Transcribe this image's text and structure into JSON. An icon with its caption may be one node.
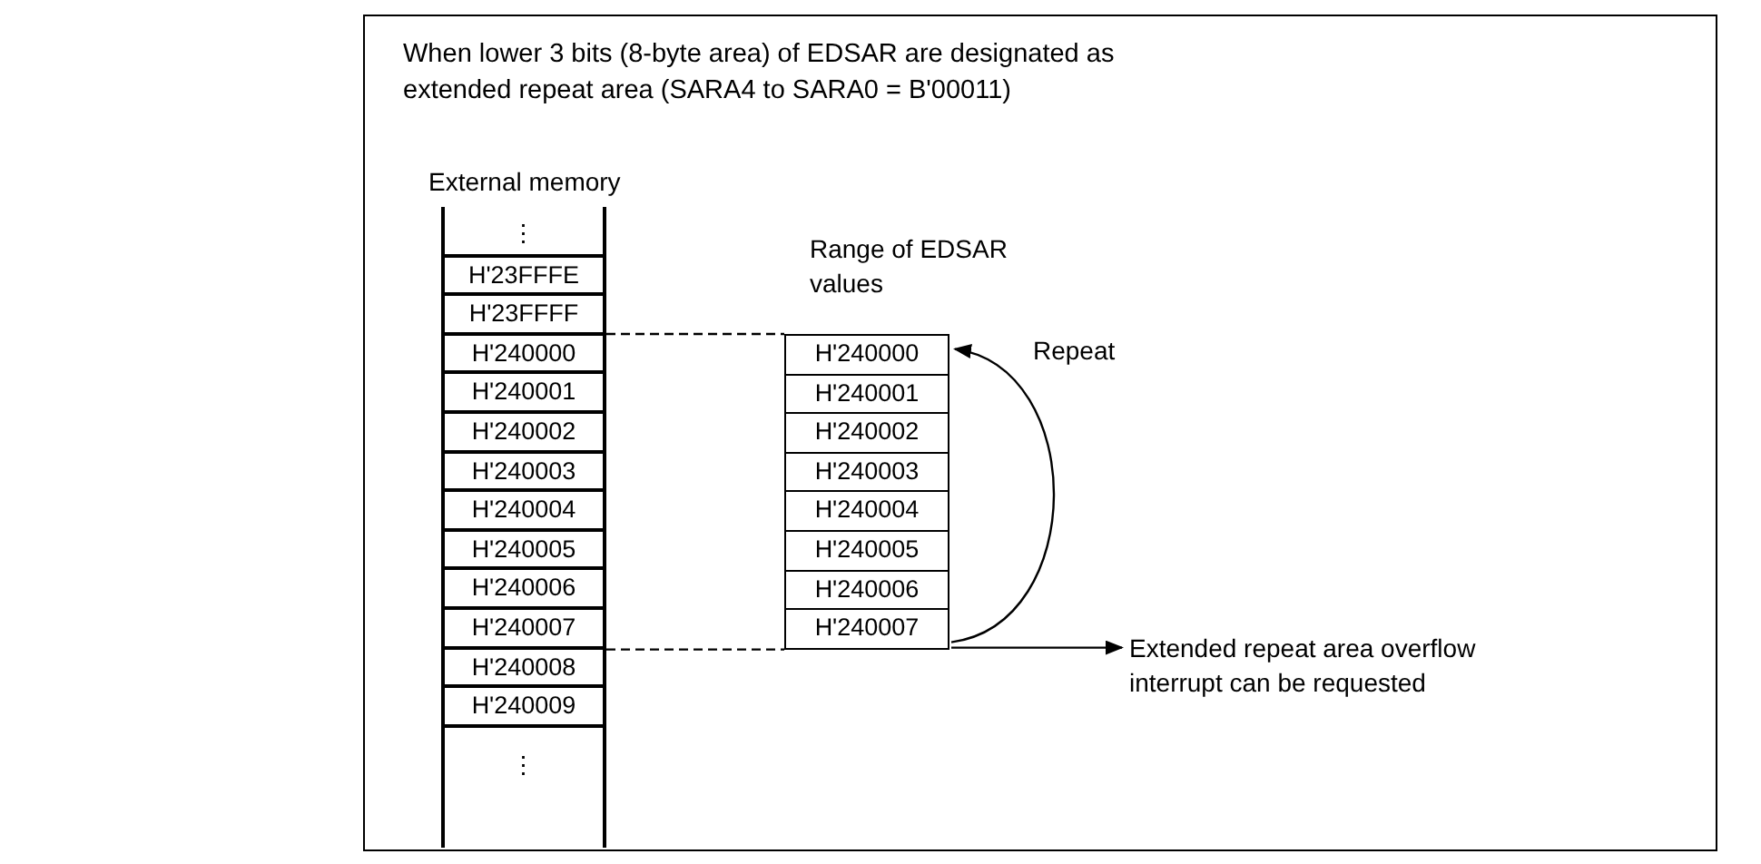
{
  "diagram": {
    "title": "When lower 3 bits (8-byte area) of EDSAR are designated as extended repeat area (SARA4 to SARA0 = B'00011)",
    "nodes": [
      {
        "text": [
          "External memory"
        ]
      },
      {
        "text": [
          "⋮"
        ],
        "in": 0
      },
      {
        "text": [
          "H'23FFFE"
        ],
        "in": 0
      },
      {
        "text": [
          "H'23FFFF"
        ],
        "in": 0
      },
      {
        "text": [
          "H'240000"
        ],
        "in": 0
      },
      {
        "text": [
          "H'240001"
        ],
        "in": 0
      },
      {
        "text": [
          "H'240002"
        ],
        "in": 0
      },
      {
        "text": [
          "H'240003"
        ],
        "in": 0
      },
      {
        "text": [
          "H'240004"
        ],
        "in": 0
      },
      {
        "text": [
          "H'240005"
        ],
        "in": 0
      },
      {
        "text": [
          "H'240006"
        ],
        "in": 0
      },
      {
        "text": [
          "H'240007"
        ],
        "in": 0
      },
      {
        "text": [
          "H'240008"
        ],
        "in": 0
      },
      {
        "text": [
          "H'240009"
        ],
        "in": 0
      },
      {
        "text": [
          "⋮"
        ],
        "in": 0
      },
      {
        "text": [
          "Range of EDSAR values"
        ]
      },
      {
        "text": [
          "H'240000"
        ],
        "in": 15
      },
      {
        "text": [
          "H'240001"
        ],
        "in": 15
      },
      {
        "text": [
          "H'240002"
        ],
        "in": 15
      },
      {
        "text": [
          "H'240003"
        ],
        "in": 15
      },
      {
        "text": [
          "H'240004"
        ],
        "in": 15
      },
      {
        "text": [
          "H'240005"
        ],
        "in": 15
      },
      {
        "text": [
          "H'240006"
        ],
        "in": 15
      },
      {
        "text": [
          "H'240007"
        ],
        "in": 15
      },
      {
        "text": [
          "Extended repeat area overflow interrupt can be requested"
        ]
      }
    ],
    "edges": [
      {
        "from": 4,
        "to": 16,
        "arrow": "none",
        "style": "dashed"
      },
      {
        "from": 11,
        "to": 23,
        "arrow": "none",
        "style": "dashed"
      },
      {
        "from": 23,
        "to": 16,
        "arrow": "to",
        "label": "Repeat"
      },
      {
        "from": 23,
        "to": 24,
        "arrow": "to"
      }
    ]
  }
}
